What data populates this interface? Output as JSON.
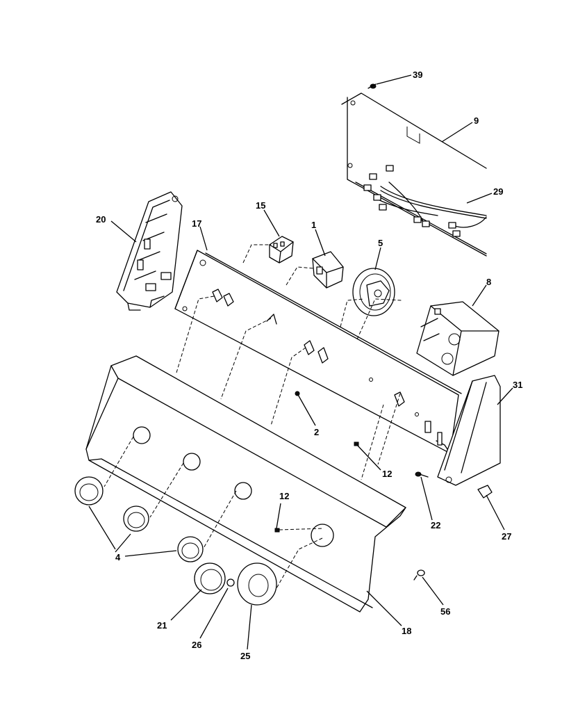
{
  "callouts": [
    {
      "id": "c39",
      "text": "39"
    },
    {
      "id": "c9",
      "text": "9"
    },
    {
      "id": "c29",
      "text": "29"
    },
    {
      "id": "c20",
      "text": "20"
    },
    {
      "id": "c15",
      "text": "15"
    },
    {
      "id": "c17",
      "text": "17"
    },
    {
      "id": "c1",
      "text": "1"
    },
    {
      "id": "c5",
      "text": "5"
    },
    {
      "id": "c8",
      "text": "8"
    },
    {
      "id": "c31",
      "text": "31"
    },
    {
      "id": "c2",
      "text": "2"
    },
    {
      "id": "c12a",
      "text": "12"
    },
    {
      "id": "c12b",
      "text": "12"
    },
    {
      "id": "c22",
      "text": "22"
    },
    {
      "id": "c27",
      "text": "27"
    },
    {
      "id": "c4",
      "text": "4"
    },
    {
      "id": "c56",
      "text": "56"
    },
    {
      "id": "c18",
      "text": "18"
    },
    {
      "id": "c21",
      "text": "21"
    },
    {
      "id": "c26",
      "text": "26"
    },
    {
      "id": "c25",
      "text": "25"
    }
  ]
}
